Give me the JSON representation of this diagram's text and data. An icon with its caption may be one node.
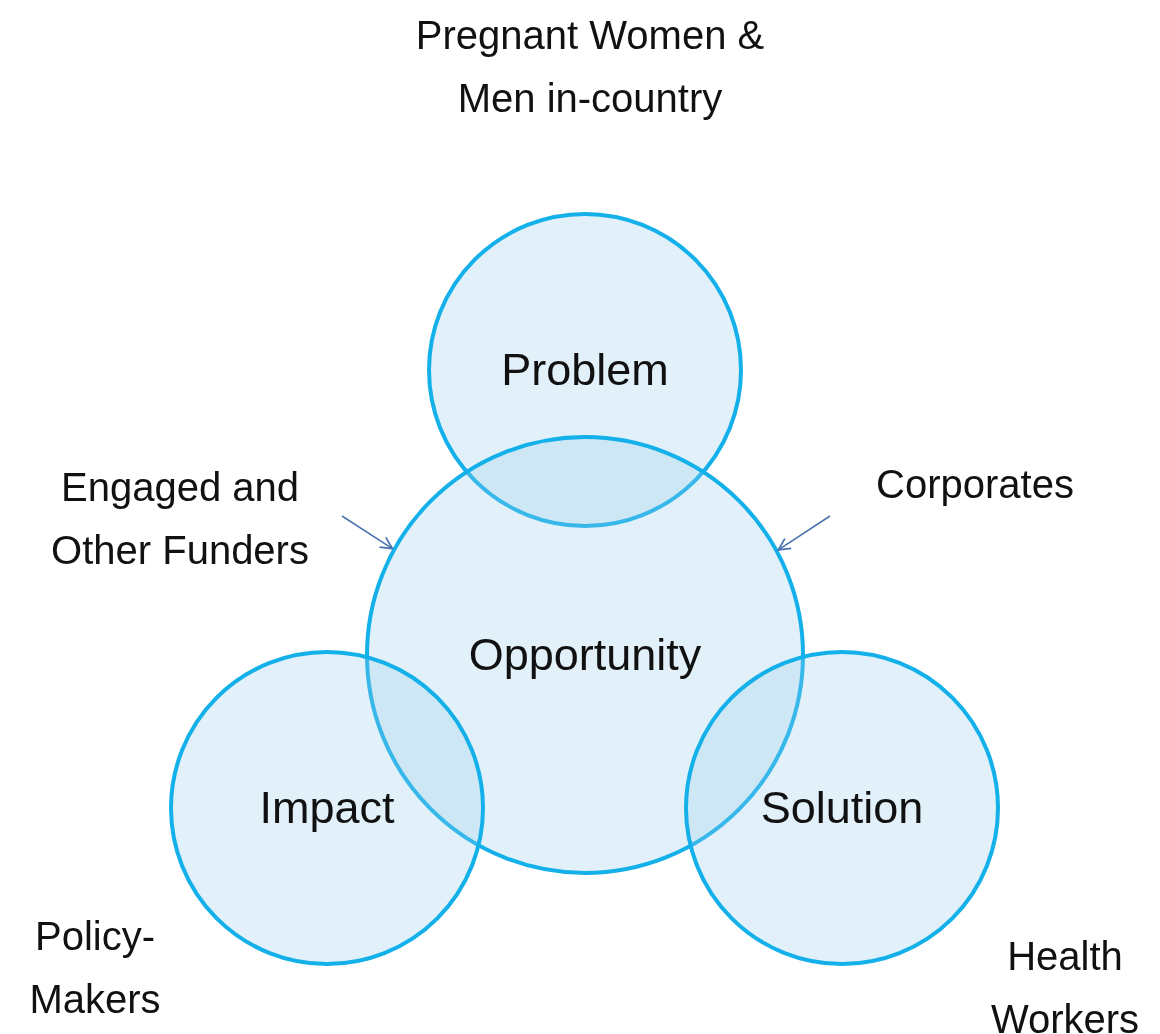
{
  "diagram": {
    "nodes": [
      {
        "text": [
          "Problem"
        ],
        "beside": [
          "Pregnant Women & Men in-country"
        ]
      },
      {
        "text": [
          "Engaged and Other Funders"
        ]
      },
      {
        "text": [
          "Corporates"
        ]
      },
      {
        "text": [
          "Opportunity"
        ]
      },
      {
        "text": [
          "Impact"
        ],
        "beside": [
          "Policy-Makers"
        ]
      },
      {
        "text": [
          "Solution"
        ],
        "beside": [
          "Health Workers"
        ]
      }
    ],
    "edges": [
      {
        "from": 1,
        "to": 3,
        "arrow": "to"
      },
      {
        "from": 2,
        "to": 3,
        "arrow": "to"
      }
    ]
  }
}
